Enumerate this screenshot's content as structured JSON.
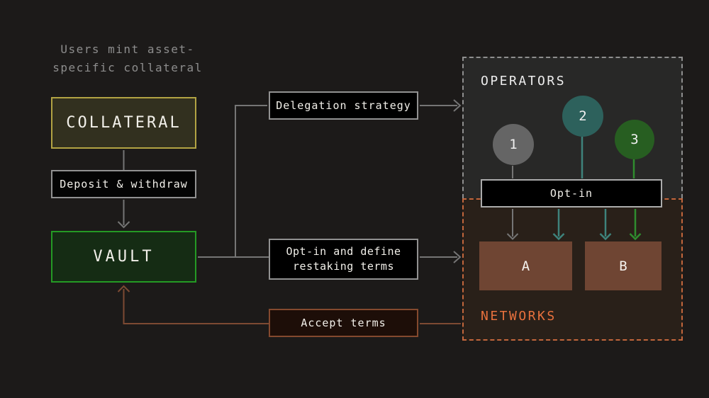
{
  "caption": {
    "line1": "Users mint asset-",
    "line2": "specific collateral"
  },
  "nodes": {
    "collateral": "COLLATERAL",
    "deposit_withdraw": "Deposit & withdraw",
    "vault": "VAULT",
    "delegation_strategy": "Delegation strategy",
    "optin_define": "Opt-in and define restaking terms",
    "accept_terms": "Accept terms",
    "optin": "Opt-in"
  },
  "operators": {
    "title": "OPERATORS",
    "items": [
      {
        "label": "1",
        "color": "#656565"
      },
      {
        "label": "2",
        "color": "#2d615c"
      },
      {
        "label": "3",
        "color": "#275e21"
      }
    ]
  },
  "networks": {
    "title": "NETWORKS",
    "items": [
      {
        "label": "A"
      },
      {
        "label": "B"
      }
    ]
  },
  "colors": {
    "background": "#1c1a19",
    "gray_line": "#757575",
    "teal_line": "#3e837c",
    "green_line": "#2f8c2f",
    "brown_line": "#7d4a33",
    "collateral_border": "#b2a343",
    "vault_border": "#249a24",
    "networks_accent": "#e8713d",
    "network_box_fill": "#6f4533"
  }
}
